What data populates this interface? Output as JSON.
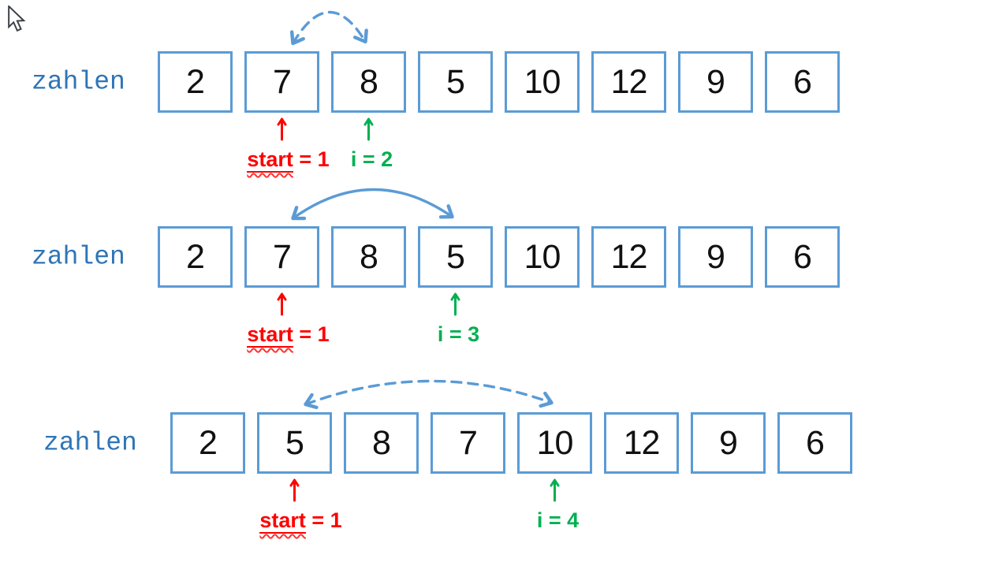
{
  "colors": {
    "box_border_blue": "#5B9BD5",
    "arc_blue": "#5B9BD5",
    "array_name_blue": "#2E75B6",
    "start_red": "#FF0000",
    "i_green": "#00B050",
    "number_black": "#111111"
  },
  "icons": {
    "cursor": "mouse-pointer-arrow"
  },
  "rows": [
    {
      "name": "zahlen",
      "values": [
        "2",
        "7",
        "8",
        "5",
        "10",
        "12",
        "9",
        "6"
      ],
      "swap_arc": {
        "from_box_index": 1,
        "to_box_index": 2,
        "line_style": "dashed"
      },
      "start_pointer": {
        "box_index": 1,
        "word": "start",
        "rest": " = 1",
        "text": "start = 1"
      },
      "i_pointer": {
        "box_index": 2,
        "text": "i = 2"
      }
    },
    {
      "name": "zahlen",
      "values": [
        "2",
        "7",
        "8",
        "5",
        "10",
        "12",
        "9",
        "6"
      ],
      "swap_arc": {
        "from_box_index": 1,
        "to_box_index": 3,
        "line_style": "solid"
      },
      "start_pointer": {
        "box_index": 1,
        "word": "start",
        "rest": " = 1",
        "text": "start = 1"
      },
      "i_pointer": {
        "box_index": 3,
        "text": "i = 3"
      }
    },
    {
      "name": "zahlen",
      "values": [
        "2",
        "5",
        "8",
        "7",
        "10",
        "12",
        "9",
        "6"
      ],
      "swap_arc": {
        "from_box_index": 1,
        "to_box_index": 4,
        "line_style": "dashed"
      },
      "start_pointer": {
        "box_index": 1,
        "word": "start",
        "rest": " = 1",
        "text": "start = 1"
      },
      "i_pointer": {
        "box_index": 4,
        "text": "i = 4"
      }
    }
  ]
}
